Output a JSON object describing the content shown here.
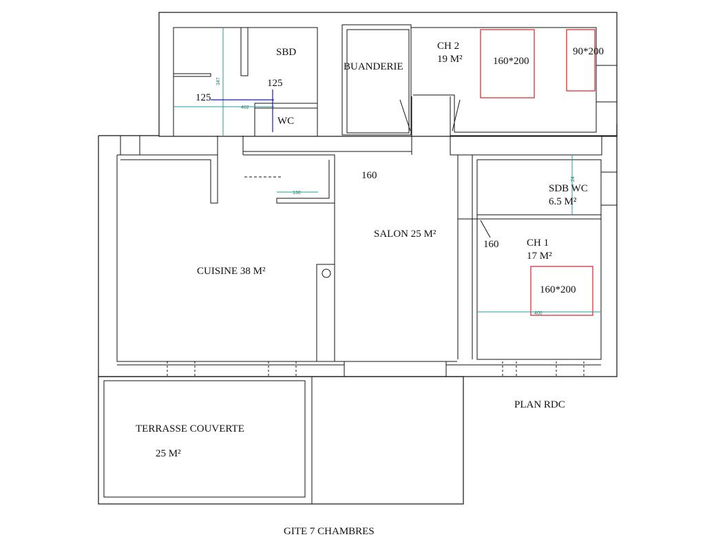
{
  "plan": {
    "title": "PLAN RDC",
    "caption": "GITE 7 CHAMBRES"
  },
  "rooms": {
    "sbd": "SBD",
    "wc": "WC",
    "buanderie": "BUANDERIE",
    "ch2_name": "CH 2",
    "ch2_area": "19 M²",
    "sdb_wc_name": "SDB WC",
    "sdb_wc_area": "6.5 M²",
    "ch1_name": "CH 1",
    "ch1_area": "17 M²",
    "salon": "SALON 25 M²",
    "cuisine": "CUISINE 38 M²",
    "terrasse_name": "TERRASSE COUVERTE",
    "terrasse_area": "25 M²"
  },
  "furniture": {
    "bed_ch2_double": "160*200",
    "bed_ch2_single": "90*200",
    "bed_ch1_double": "160*200"
  },
  "dimensions": {
    "d125_left": "125",
    "d125_top": "125",
    "d160_hall": "160",
    "d160_ch1": "160",
    "d347": "347",
    "d462": "462",
    "d130": "130",
    "d400": "400",
    "d24": "24"
  },
  "colors": {
    "walls": "#111111",
    "beds": "#d42020",
    "dimension_lines": "#2a9a9a",
    "blue_lines": "#1a1aa0"
  }
}
